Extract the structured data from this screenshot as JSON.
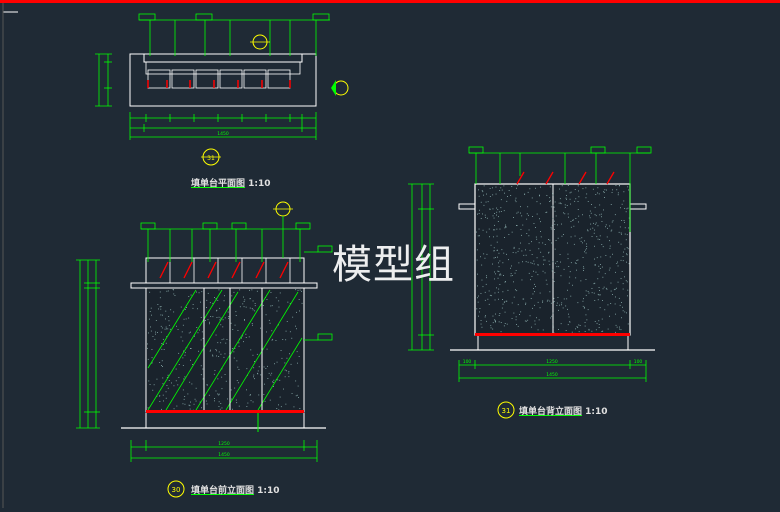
{
  "drawing": {
    "plan": {
      "title": "填单台平面图",
      "scale": "1:10",
      "badge": "31",
      "overall_dim": "1450"
    },
    "front_elevation": {
      "title": "填单台前立面图",
      "scale": "1:10",
      "badge": "30",
      "overall_dim": "1450",
      "inner_dim": "1250"
    },
    "back_elevation": {
      "title": "填单台背立面图",
      "scale": "1:10",
      "badge": "31",
      "overall_dim": "1450",
      "center_dim": "1250",
      "side_dim_left": "100",
      "side_dim_right": "100"
    },
    "colors": {
      "background": "#1f2a35",
      "linework": "#ffffff",
      "dimension": "#00ff00",
      "accent": "#ff0000",
      "callout": "#ffff00"
    },
    "watermark": "模型组"
  }
}
